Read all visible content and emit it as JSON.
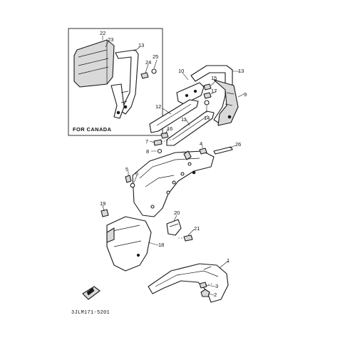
{
  "inset": {
    "caption": "FOR CANADA"
  },
  "diagram_code": "3JLM171-5201",
  "callouts": {
    "c1": "1",
    "c2": "2",
    "c3": "3",
    "c4": "4",
    "c5": "5",
    "c6": "6",
    "c7": "7",
    "c8": "8",
    "c9": "9",
    "c10": "10",
    "c11": "11",
    "c12": "12",
    "c13a": "13",
    "c13b": "13",
    "c14": "14",
    "c15": "15",
    "c16": "16",
    "c17": "17",
    "c18": "18",
    "c19": "19",
    "c20": "20",
    "c21": "21",
    "c22": "22",
    "c23": "23",
    "c24": "24",
    "c25": "25",
    "c26": "26"
  }
}
